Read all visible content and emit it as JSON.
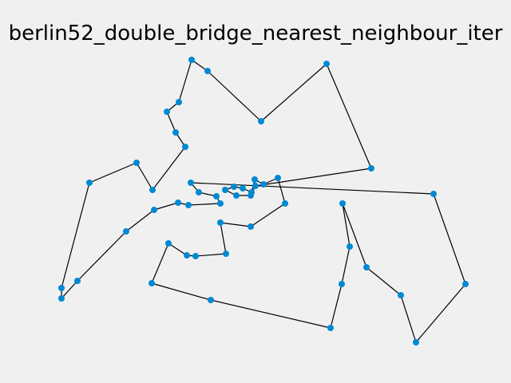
{
  "chart_data": {
    "type": "line",
    "title": "berlin52_double_bridge_nearest_neighbour_iter",
    "xlabel": "",
    "ylabel": "",
    "axes_visible": false,
    "grid": false,
    "closed_tour": true,
    "marker_color": "#0089d3",
    "line_color": "#000000",
    "background_color": "#f0f0f0",
    "x": [
      260,
      240,
      224,
      209,
      220,
      232,
      191,
      171,
      112,
      77,
      77,
      97,
      158,
      193,
      223,
      236,
      276,
      271,
      249,
      239,
      543,
      583,
      521,
      502,
      459,
      429,
      438,
      428,
      414,
      264,
      190,
      211,
      234,
      245,
      283,
      276,
      314,
      357,
      348,
      330,
      319,
      315,
      304,
      293,
      282,
      296,
      314,
      320,
      465,
      409,
      327
    ],
    "y": [
      89,
      75,
      128,
      140,
      166,
      184,
      238,
      204,
      229,
      361,
      374,
      352,
      290,
      263,
      254,
      257,
      255,
      246,
      241,
      229,
      243,
      356,
      429,
      370,
      335,
      255,
      309,
      356,
      411,
      376,
      355,
      305,
      320,
      321,
      318,
      279,
      284,
      255,
      223,
      231,
      225,
      241,
      236,
      234,
      238,
      245,
      245,
      233,
      211,
      80,
      152
    ]
  }
}
